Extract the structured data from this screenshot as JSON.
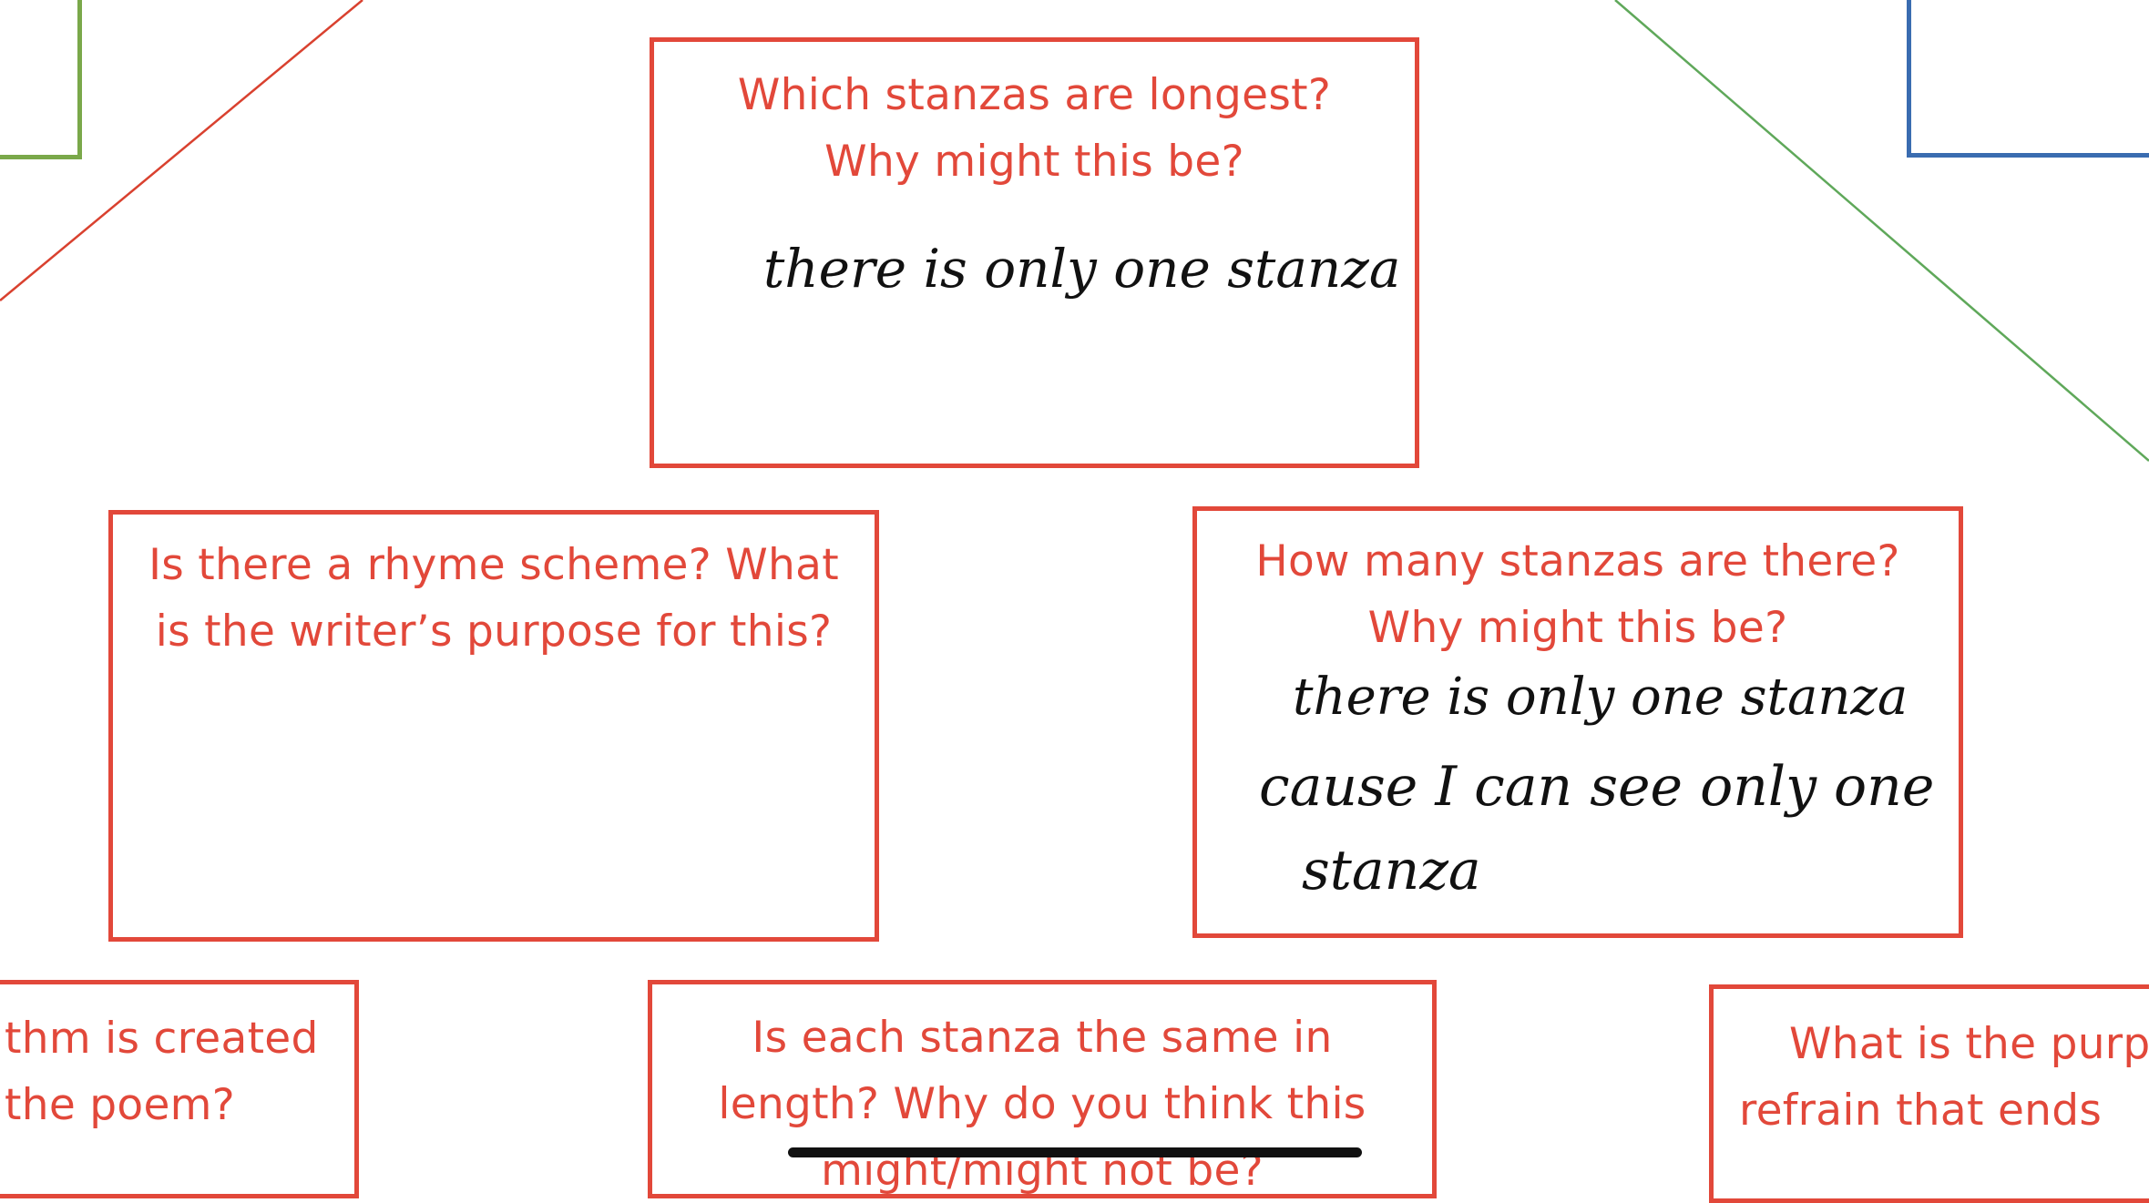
{
  "colors": {
    "question_red": "#e2483a",
    "handwriting": "#111111",
    "green_frame": "#7aa84a",
    "blue_frame": "#3a6cb0",
    "connector_red": "#d9412f",
    "connector_green": "#5fa85a"
  },
  "cards": {
    "top_center": {
      "question_lines": [
        "Which stanzas are longest?",
        "Why might this be?"
      ],
      "answer_lines": [
        "there is only one stanza"
      ]
    },
    "middle_left": {
      "question_lines": [
        "Is there a rhyme scheme? What",
        "is the writer’s purpose for this?"
      ]
    },
    "middle_right": {
      "question_lines": [
        "How many stanzas are there?",
        "Why might this be?"
      ],
      "answer_lines": [
        "there is only one stanza",
        "cause I can see only one",
        "stanza"
      ]
    },
    "bottom_left": {
      "question_lines": [
        "thm is created",
        "the poem?"
      ]
    },
    "bottom_center": {
      "question_lines": [
        "Is each stanza the same in",
        "length? Why do you think this",
        "might/might not be?"
      ]
    },
    "bottom_right": {
      "question_lines": [
        "What is the purp",
        "refrain that ends"
      ]
    }
  }
}
